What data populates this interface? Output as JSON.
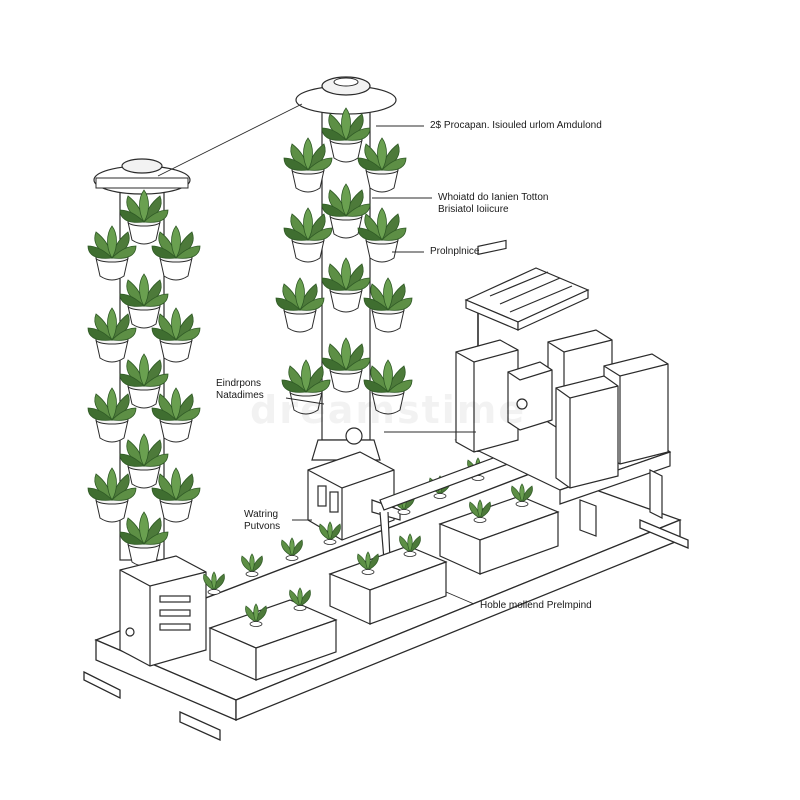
{
  "callouts": {
    "top_right": "2$ Procapan. Isiouled urlom Amdulond",
    "mid_right_1": "Whoiatd do Ianien Totton",
    "mid_right_2": "Brisiatol Ioiicure",
    "pro": "Prolnplnice",
    "left_1": "Eindrpons",
    "left_2": "Natadimes",
    "water_1": "Watring",
    "water_2": "Putvons",
    "bottom_right": "Hoble mollend Prelmpind"
  },
  "watermark": "dreamstime",
  "colors": {
    "line": "#2b2b2b",
    "leaf": "#4d7a3a",
    "leaf_dark": "#2f5a25",
    "fill": "#ffffff"
  },
  "icons": [
    "tower-pot",
    "plant",
    "control-box",
    "pump",
    "tank",
    "grow-light",
    "grow-bed",
    "pipe"
  ]
}
